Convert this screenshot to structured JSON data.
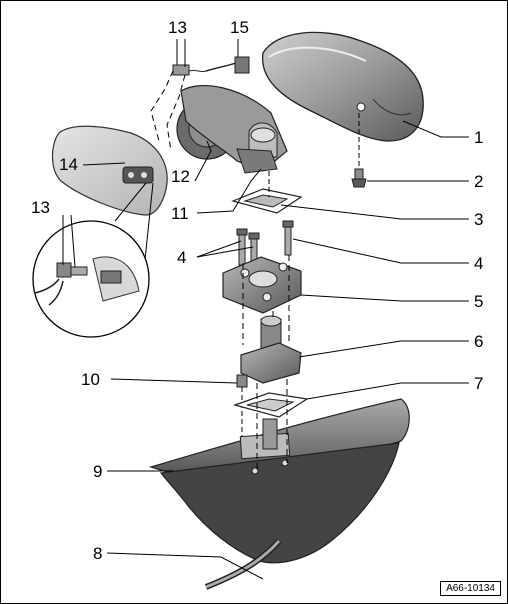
{
  "diagram": {
    "document_id": "A66-10134",
    "callouts": {
      "c1": "1",
      "c2": "2",
      "c3": "3",
      "c4a": "4",
      "c4b": "4",
      "c5": "5",
      "c6": "6",
      "c7": "7",
      "c8": "8",
      "c9": "9",
      "c10": "10",
      "c11": "11",
      "c12": "12",
      "c13a": "13",
      "c13b": "13",
      "c14": "14",
      "c15": "15"
    }
  }
}
